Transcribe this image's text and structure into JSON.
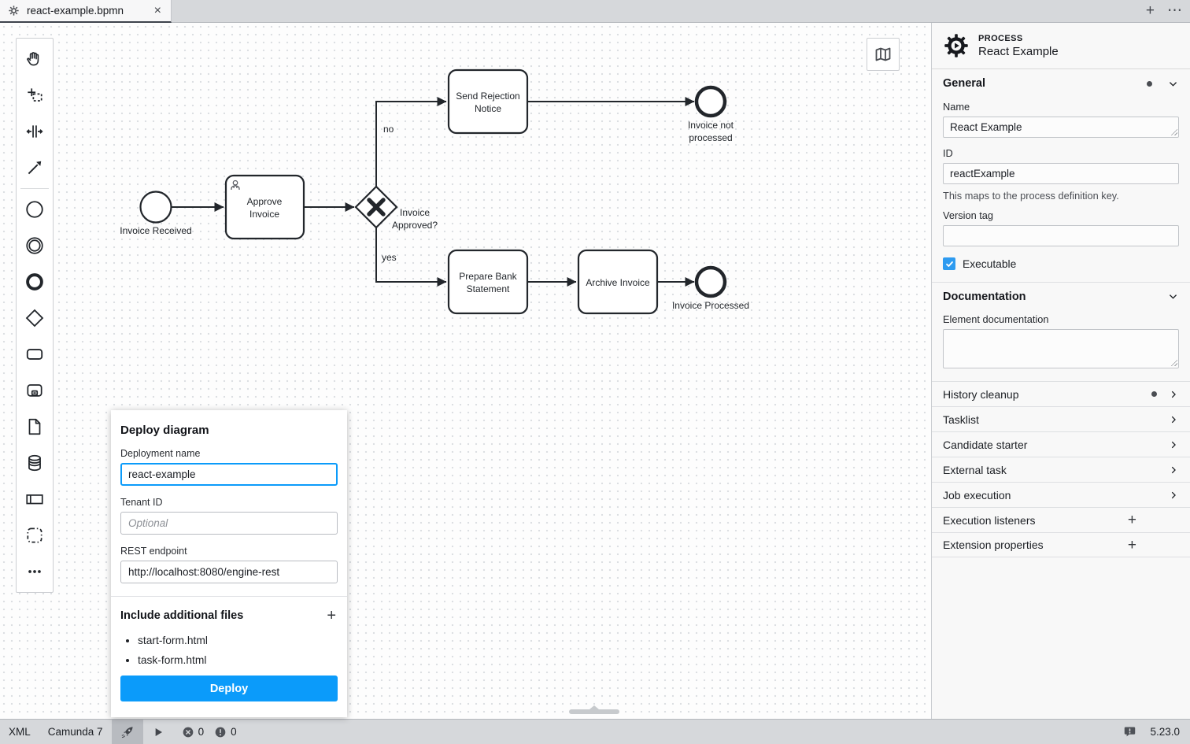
{
  "icons": {
    "plus": "+",
    "ellipsis": "⋯",
    "close": "×"
  },
  "colors": {
    "accent": "#0b9bfa",
    "tab_underline": "#3e434c",
    "diagram_stroke": "#22262b",
    "panel_bg": "#f8f8f8"
  },
  "window": {
    "tab_title": "react-example.bpmn"
  },
  "palette": {
    "tools": [
      "hand-tool",
      "lasso-tool",
      "space-tool",
      "global-connect-tool",
      "create-start-event",
      "create-intermediate-event",
      "create-end-event",
      "create-gateway",
      "create-task",
      "create-subprocess",
      "create-data-object",
      "create-data-store",
      "create-participant",
      "create-group",
      "more-tools"
    ]
  },
  "diagram": {
    "start_event_label": "Invoice Received",
    "approve_task_line1": "Approve",
    "approve_task_line2": "Invoice",
    "gateway_label_line1": "Invoice",
    "gateway_label_line2": "Approved?",
    "no_label": "no",
    "yes_label": "yes",
    "reject_task_line1": "Send Rejection",
    "reject_task_line2": "Notice",
    "end_not_processed_line1": "Invoice not",
    "end_not_processed_line2": "processed",
    "prepare_task_line1": "Prepare Bank",
    "prepare_task_line2": "Statement",
    "archive_task_label": "Archive Invoice",
    "end_processed_label": "Invoice Processed"
  },
  "deploy_dialog": {
    "title": "Deploy diagram",
    "deployment_name_label": "Deployment name",
    "deployment_name_value": "react-example",
    "tenant_id_label": "Tenant ID",
    "tenant_id_placeholder": "Optional",
    "rest_endpoint_label": "REST endpoint",
    "rest_endpoint_value": "http://localhost:8080/engine-rest",
    "include_files_label": "Include additional files",
    "files": [
      "start-form.html",
      "task-form.html"
    ],
    "deploy_button": "Deploy"
  },
  "properties_panel": {
    "header_type": "PROCESS",
    "header_name": "React Example",
    "general": {
      "title": "General",
      "name_label": "Name",
      "name_value": "React Example",
      "id_label": "ID",
      "id_value": "reactExample",
      "id_help": "This maps to the process definition key.",
      "version_label": "Version tag",
      "version_value": "",
      "executable_label": "Executable",
      "executable_checked": "true"
    },
    "documentation": {
      "title": "Documentation",
      "element_label": "Element documentation",
      "element_value": ""
    },
    "sections": [
      {
        "label": "History cleanup",
        "modified": true,
        "control": "chevron"
      },
      {
        "label": "Tasklist",
        "control": "chevron"
      },
      {
        "label": "Candidate starter",
        "control": "chevron"
      },
      {
        "label": "External task",
        "control": "chevron"
      },
      {
        "label": "Job execution",
        "control": "chevron"
      },
      {
        "label": "Execution listeners",
        "control": "plus"
      },
      {
        "label": "Extension properties",
        "control": "plus"
      }
    ]
  },
  "status_bar": {
    "xml": "XML",
    "engine": "Camunda 7",
    "error_count": "0",
    "warning_count": "0",
    "version": "5.23.0"
  }
}
